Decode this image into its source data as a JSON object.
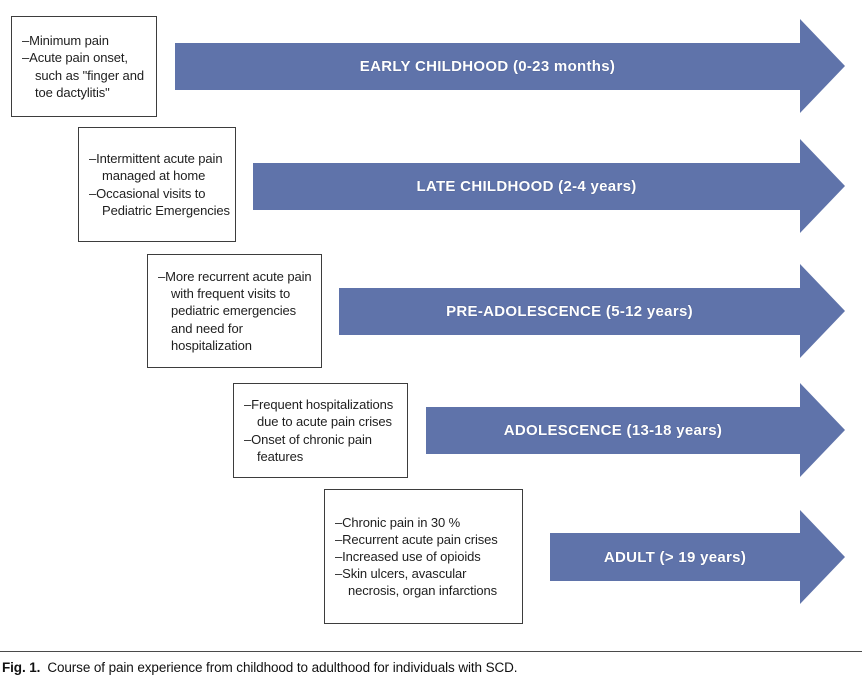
{
  "diagram": {
    "colors": {
      "arrow": "#5f73aa",
      "box_border": "#3d3d3d",
      "text": "#1e1e1e",
      "arrow_label_text": "#ffffff"
    },
    "stages": [
      {
        "arrow_label": "EARLY CHILDHOOD (0-23 months)",
        "bullets": [
          "Minimum pain",
          "Acute pain onset, such as \"finger and toe dactylitis\""
        ]
      },
      {
        "arrow_label": "LATE CHILDHOOD (2-4 years)",
        "bullets": [
          "Intermittent acute pain managed at home",
          "Occasional visits to Pediatric Emergencies"
        ]
      },
      {
        "arrow_label": "PRE-ADOLESCENCE (5-12 years)",
        "bullets": [
          "More recurrent acute pain with frequent visits to pediatric emergencies and need for hospitalization"
        ]
      },
      {
        "arrow_label": "ADOLESCENCE (13-18 years)",
        "bullets": [
          "Frequent hospitalizations due to acute pain crises",
          "Onset of chronic pain features"
        ]
      },
      {
        "arrow_label": "ADULT (> 19 years)",
        "bullets": [
          "Chronic pain in 30 %",
          "Recurrent acute pain crises",
          "Increased use of opioids",
          "Skin ulcers, avascular necrosis, organ infarctions"
        ]
      }
    ]
  },
  "caption": {
    "label": "Fig. 1.",
    "text": "Course of pain experience from childhood to adulthood for individuals with SCD."
  }
}
